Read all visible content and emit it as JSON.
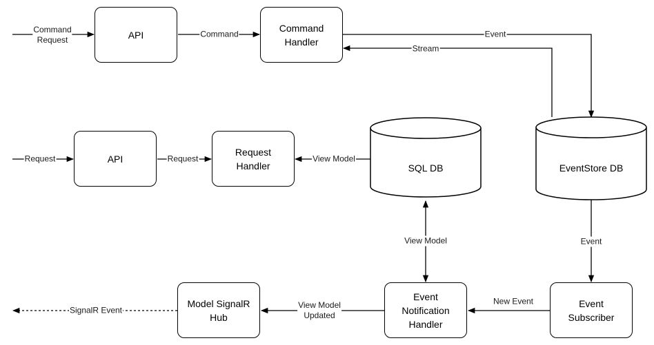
{
  "boxes": {
    "api_command": "API",
    "command_handler": "Command\nHandler",
    "api_query": "API",
    "request_handler": "Request\nHandler",
    "event_subscriber": "Event\nSubscriber",
    "event_notification_handler": "Event\nNotification\nHandler",
    "signalr_hub": "Model SignalR\nHub"
  },
  "databases": {
    "sql_db": "SQL DB",
    "eventstore_db": "EventStore DB"
  },
  "edges": {
    "command_request": "Command\nRequest",
    "command": "Command",
    "event_to_store": "Event",
    "stream": "Stream",
    "request_in": "Request",
    "request": "Request",
    "view_model_to_request_handler": "View Model",
    "view_model_sql_notification": "View Model",
    "event_to_subscriber": "Event",
    "new_event": "New Event",
    "view_model_updated": "View Model\nUpdated",
    "signalr_event": "SignalR Event"
  },
  "colors": {
    "stroke": "#000000",
    "background": "#ffffff"
  }
}
